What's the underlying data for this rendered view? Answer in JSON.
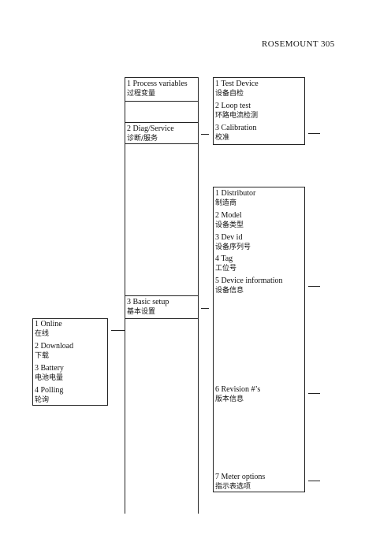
{
  "header": {
    "title": "ROSEMOUNT 305"
  },
  "menu_level1": [
    {
      "en": "1 Online",
      "zh": "在线"
    },
    {
      "en": "2 Download",
      "zh": "下载"
    },
    {
      "en": "3 Battery",
      "zh": "电池电量"
    },
    {
      "en": "4 Polling",
      "zh": "轮询"
    }
  ],
  "menu_level2": [
    {
      "en": " 1 Process variables",
      "zh": "过程变量"
    },
    {
      "en": "2 Diag/Service",
      "zh": "诊断/服务"
    },
    {
      "en": "3 Basic setup",
      "zh": "基本设置"
    }
  ],
  "diag_menu": [
    {
      "en": "1 Test Device",
      "zh": "设备自检"
    },
    {
      "en": "2 Loop test",
      "zh": "环路电流检测"
    },
    {
      "en": "3 Calibration",
      "zh": "校准"
    }
  ],
  "setup_menu": [
    {
      "en": "1 Distributor",
      "zh": "制造商"
    },
    {
      "en": "2 Model",
      "zh": "设备类型"
    },
    {
      "en": "3 Dev id",
      "zh": "设备序列号"
    },
    {
      "en": "4 Tag",
      "zh": "工位号"
    },
    {
      "en": "5 Device information",
      "zh": "设备信息"
    },
    {
      "en": "6 Revision #’s",
      "zh": "版本信息"
    },
    {
      "en": "7 Meter options",
      "zh": "指示表选项"
    }
  ]
}
